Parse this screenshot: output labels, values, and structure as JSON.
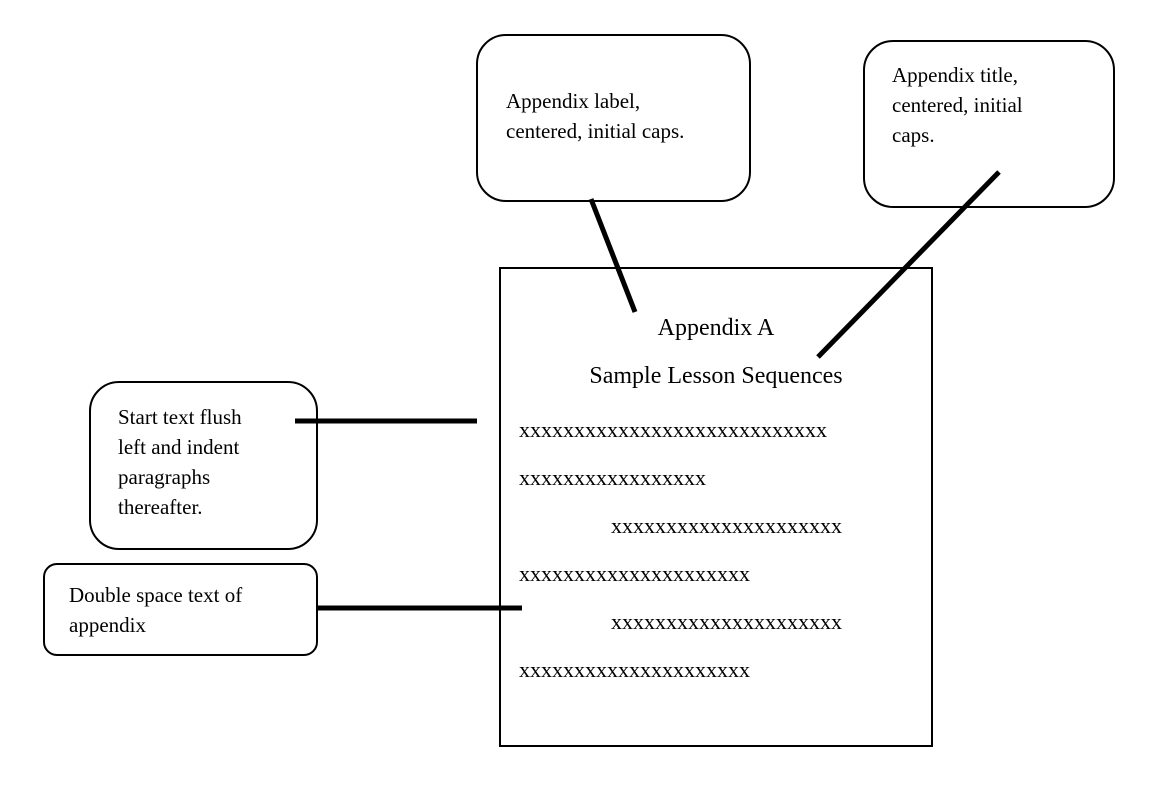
{
  "callouts": {
    "label": "Appendix label,\ncentered, initial caps.",
    "title": "Appendix title,\ncentered, initial\ncaps.",
    "flush": "Start text flush\nleft and indent\nparagraphs\nthereafter.",
    "double": "Double space text of\nappendix"
  },
  "page": {
    "label": "Appendix A",
    "title": "Sample Lesson Sequences",
    "lines": [
      "xxxxxxxxxxxxxxxxxxxxxxxxxxxx",
      "xxxxxxxxxxxxxxxxx",
      "xxxxxxxxxxxxxxxxxxxxx",
      "xxxxxxxxxxxxxxxxxxxxx",
      "xxxxxxxxxxxxxxxxxxxxx",
      "xxxxxxxxxxxxxxxxxxxxx"
    ]
  }
}
